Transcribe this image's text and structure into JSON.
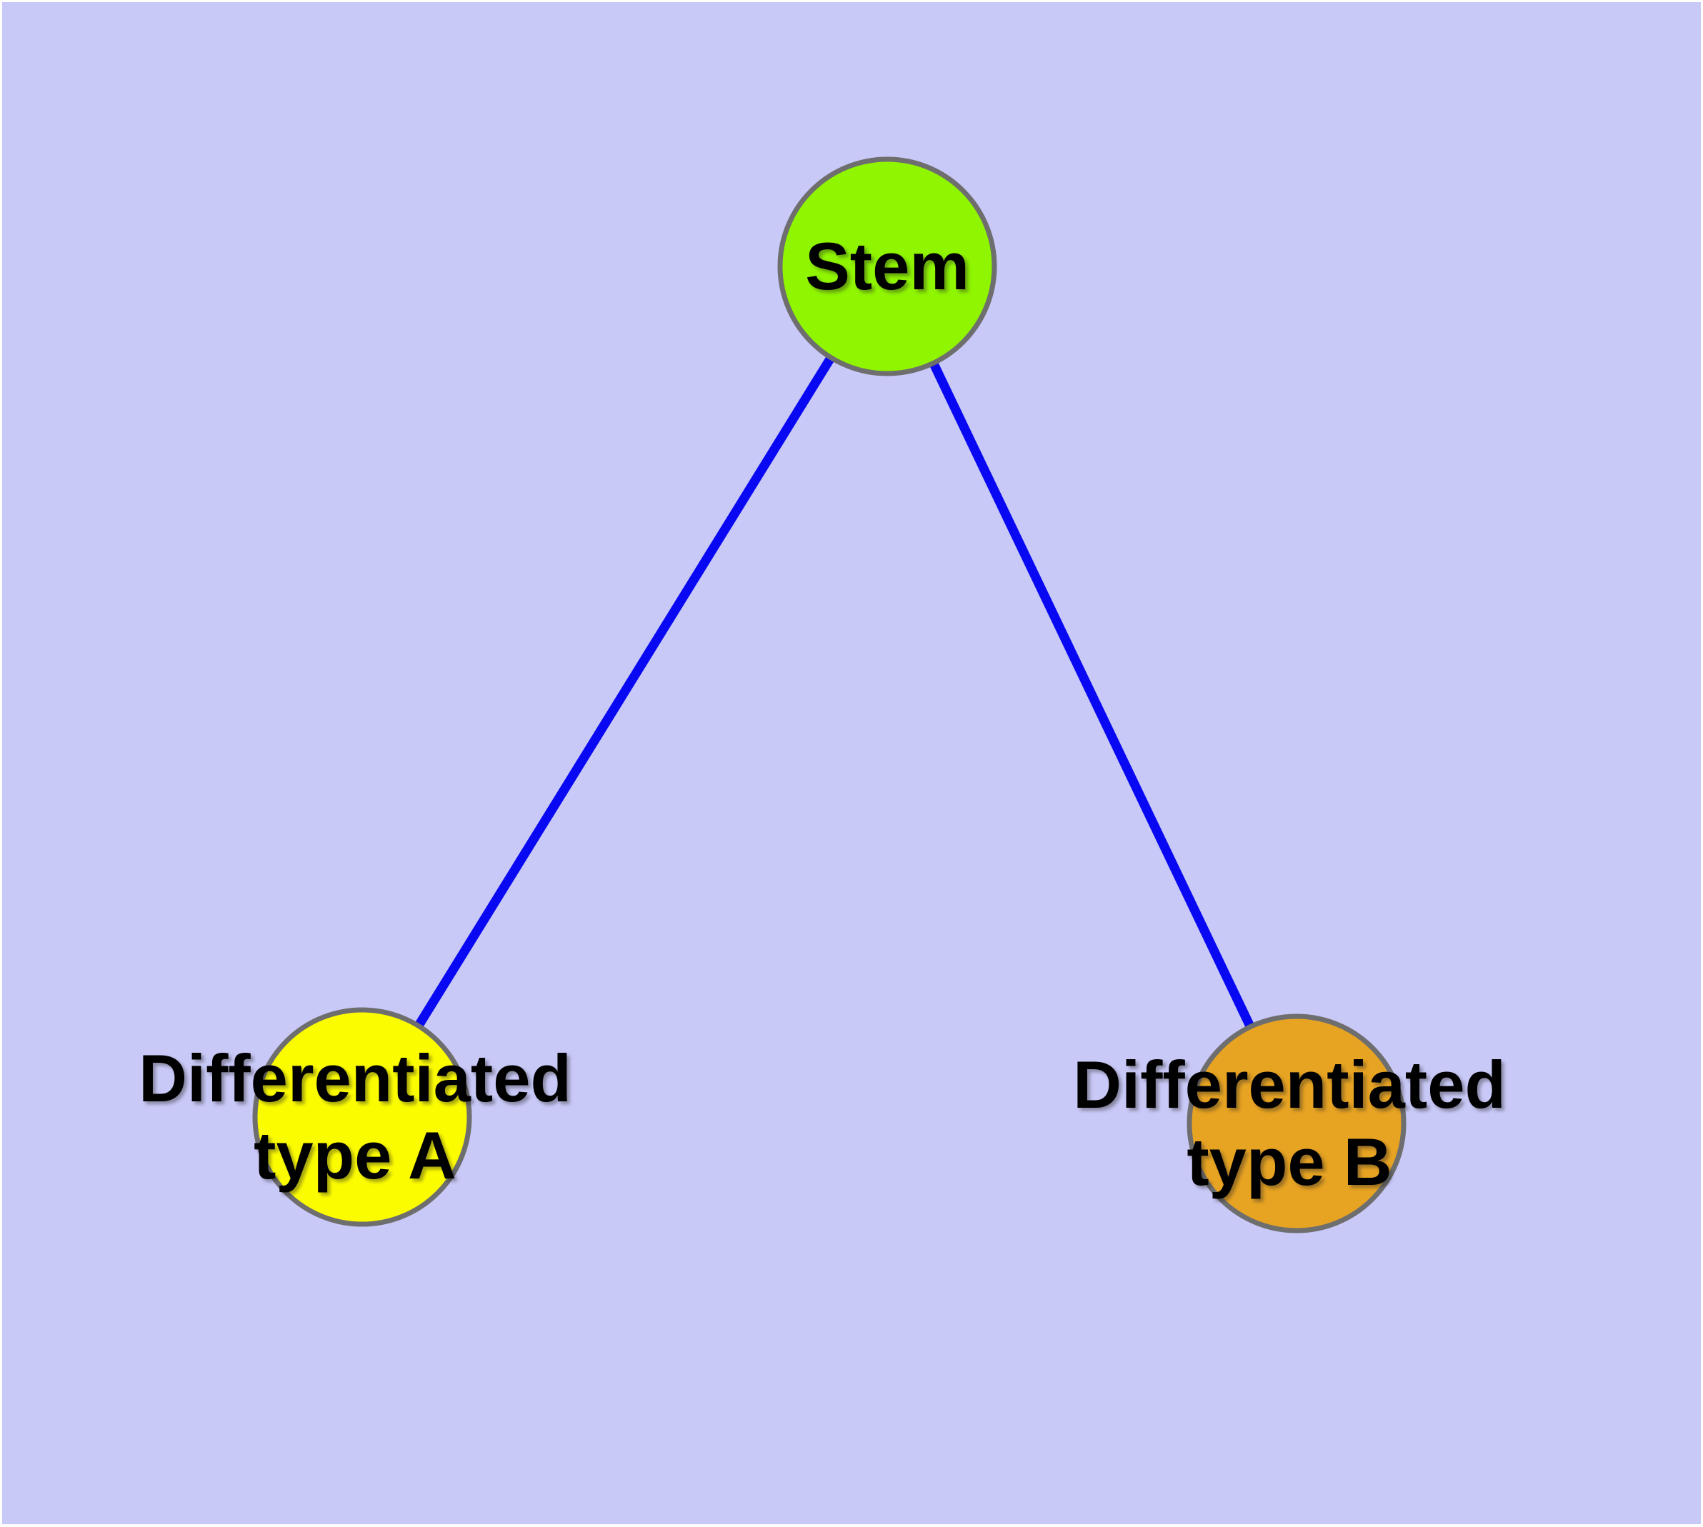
{
  "diagram": {
    "type": "graph",
    "background_color": "#C9C9F8",
    "page_color": "#FFFFFF",
    "edge_color": "#0808F2",
    "node_border_color": "#6E6E6E",
    "label_color": "#000000",
    "nodes": [
      {
        "id": "stem",
        "label": "Stem",
        "fill": "#8FF500"
      },
      {
        "id": "differentiated-type-a",
        "label": "Differentiated\ntype A",
        "fill": "#FCFC00"
      },
      {
        "id": "differentiated-type-b",
        "label": "Differentiated\ntype B",
        "fill": "#E7A322"
      }
    ],
    "edges": [
      {
        "from": "Stem",
        "to": "Differentiated type A"
      },
      {
        "from": "Stem",
        "to": "Differentiated type B"
      }
    ]
  }
}
